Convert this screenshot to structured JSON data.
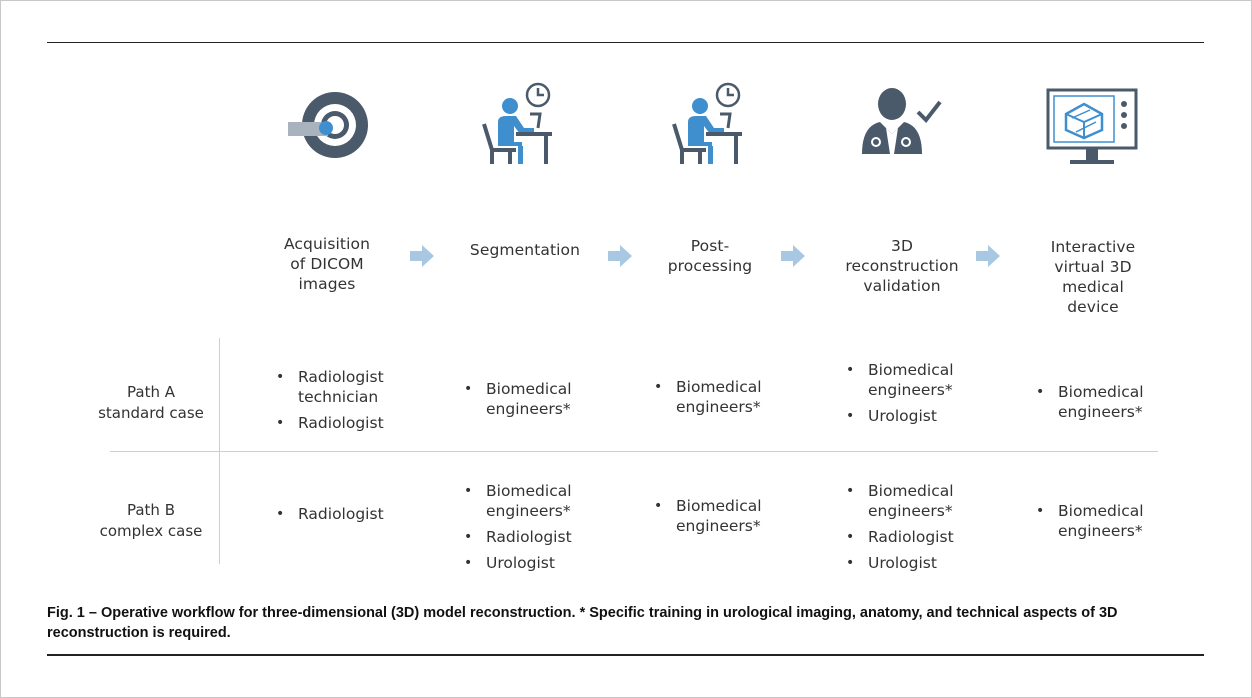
{
  "colors": {
    "accent_blue": "#3f8fcf",
    "slate": "#4a5a6a",
    "arrow": "#a8c7e3",
    "divider": "#cfcfcf"
  },
  "icons": [
    "mri-scanner-icon",
    "engineer-workstation-icon",
    "engineer-workstation-icon",
    "doctor-check-icon",
    "monitor-3d-model-icon"
  ],
  "steps": [
    {
      "label": "Acquisition\nof DICOM\nimages"
    },
    {
      "label": "Segmentation"
    },
    {
      "label": "Post-\nprocessing"
    },
    {
      "label": "3D\nreconstruction\nvalidation"
    },
    {
      "label": "Interactive\nvirtual 3D\nmedical\ndevice"
    }
  ],
  "paths": [
    {
      "label": "Path A\nstandard case",
      "roles": [
        [
          "Radiologist\ntechnician",
          "Radiologist"
        ],
        [
          "Biomedical\nengineers*"
        ],
        [
          "Biomedical\nengineers*"
        ],
        [
          "Biomedical\nengineers*",
          "Urologist"
        ],
        [
          "Biomedical\nengineers*"
        ]
      ]
    },
    {
      "label": "Path B\ncomplex case",
      "roles": [
        [
          "Radiologist"
        ],
        [
          "Biomedical\nengineers*",
          "Radiologist",
          "Urologist"
        ],
        [
          "Biomedical\nengineers*"
        ],
        [
          "Biomedical\nengineers*",
          "Radiologist",
          "Urologist"
        ],
        [
          "Biomedical\nengineers*"
        ]
      ]
    }
  ],
  "caption": "Fig. 1 – Operative workflow for three-dimensional (3D) model reconstruction. * Specific training in urological imaging, anatomy, and technical aspects of 3D reconstruction is required."
}
